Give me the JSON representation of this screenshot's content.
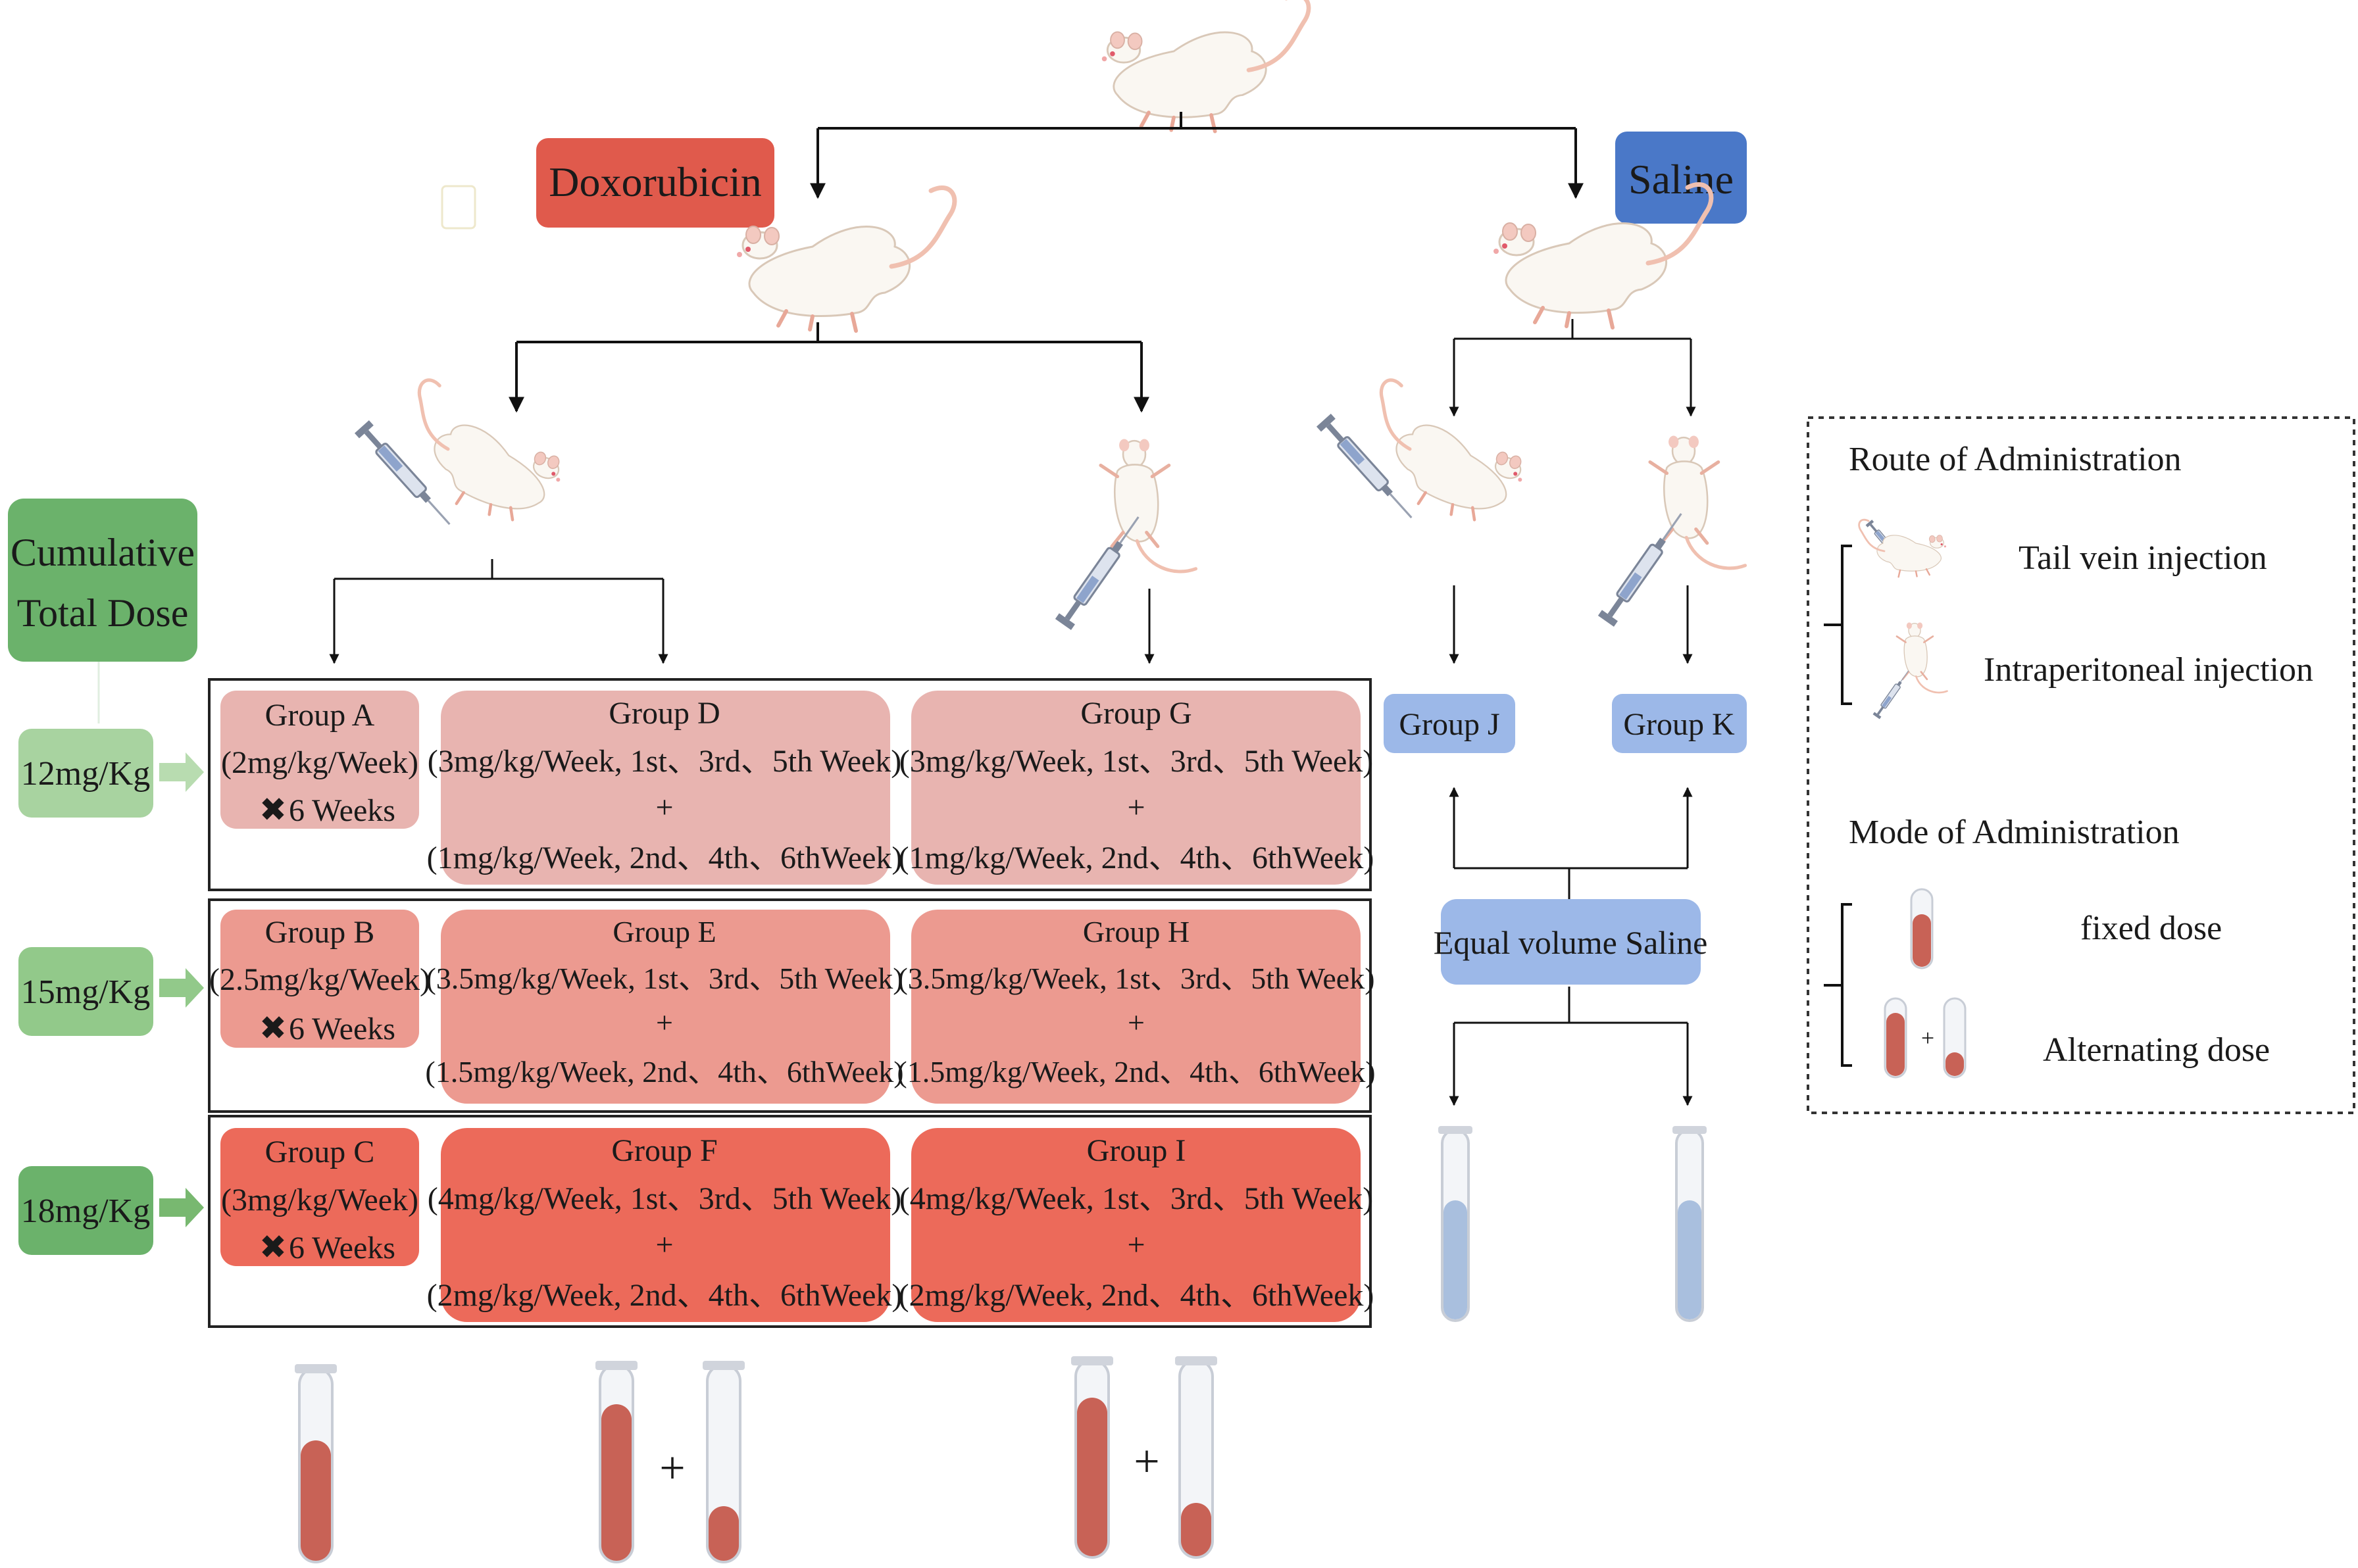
{
  "treatments": {
    "doxorubicin": "Doxorubicin",
    "saline": "Saline"
  },
  "cumulative": {
    "title_line1": "Cumulative",
    "title_line2": "Total Dose",
    "doses": [
      "12mg/Kg",
      "15mg/Kg",
      "18mg/Kg"
    ]
  },
  "groups": {
    "A": {
      "name": "Group A",
      "line1": "(2mg/kg/Week)",
      "line2": "6 Weeks"
    },
    "B": {
      "name": "Group B",
      "line1": "(2.5mg/kg/Week)",
      "line2": "6 Weeks"
    },
    "C": {
      "name": "Group C",
      "line1": "(3mg/kg/Week)",
      "line2": "6 Weeks"
    },
    "D": {
      "name": "Group D",
      "line1": "(3mg/kg/Week, 1st、3rd、5th Week)",
      "plus": "+",
      "line2": "(1mg/kg/Week, 2nd、4th、6thWeek)"
    },
    "E": {
      "name": "Group E",
      "line1": "(3.5mg/kg/Week, 1st、3rd、5th Week)",
      "plus": "+",
      "line2": "(1.5mg/kg/Week, 2nd、4th、6thWeek)"
    },
    "F": {
      "name": "Group F",
      "line1": "(4mg/kg/Week, 1st、3rd、5th Week)",
      "plus": "+",
      "line2": "(2mg/kg/Week, 2nd、4th、6thWeek)"
    },
    "G": {
      "name": "Group G",
      "line1": "(3mg/kg/Week, 1st、3rd、5th Week)",
      "plus": "+",
      "line2": "(1mg/kg/Week, 2nd、4th、6thWeek)"
    },
    "H": {
      "name": "Group H",
      "line1": "(3.5mg/kg/Week, 1st、3rd、5th Week)",
      "plus": "+",
      "line2": "(1.5mg/kg/Week, 2nd、4th、6thWeek)"
    },
    "I": {
      "name": "Group I",
      "line1": "(4mg/kg/Week, 1st、3rd、5th Week)",
      "plus": "+",
      "line2": "(2mg/kg/Week, 2nd、4th、6thWeek)"
    },
    "J": {
      "name": "Group J"
    },
    "K": {
      "name": "Group K"
    }
  },
  "saline_box": "Equal volume Saline",
  "tube_plus": "+",
  "legend": {
    "route_title": "Route of Administration",
    "tail_vein": "Tail vein injection",
    "intraperitoneal": "Intraperitoneal injection",
    "mode_title": "Mode of Administration",
    "fixed": "fixed dose",
    "alternating": "Alternating dose",
    "plus": "+"
  },
  "colors": {
    "doxorubicin": "#e05a4c",
    "saline": "#4a78c8",
    "cumulative": "#6bb26b",
    "row1": "#e8b4b0",
    "row2": "#ec9a90",
    "row3": "#ec6a5a",
    "saline_group": "#9cb8e8",
    "blood": "#c86256",
    "saline_liquid": "#a9bfde"
  },
  "icons": [
    "rat-icon",
    "syringe-icon",
    "test-tube-icon",
    "cross-mark-icon"
  ]
}
